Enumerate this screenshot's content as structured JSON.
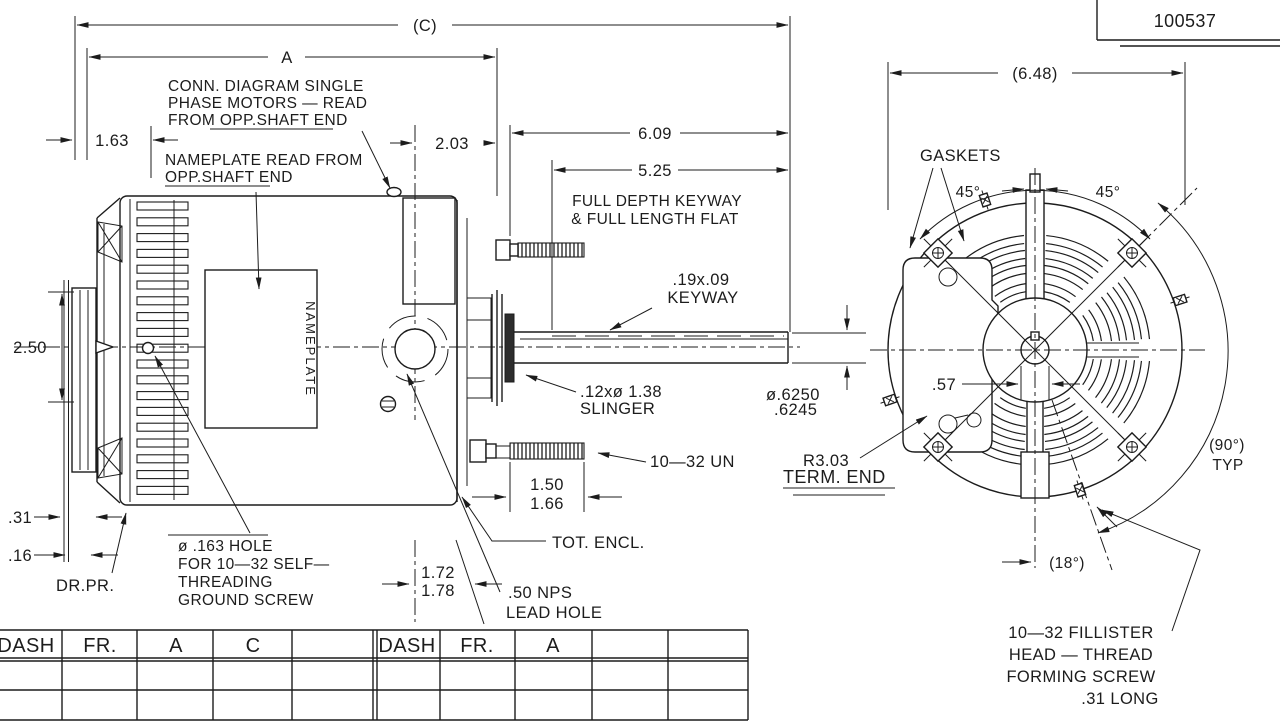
{
  "title_block": {
    "drawing_number": "100537"
  },
  "side_view": {
    "dim_c": "(C)",
    "dim_a": "A",
    "dim_1_63": "1.63",
    "dim_2_03": "2.03",
    "dim_6_09": "6.09",
    "dim_5_25": "5.25",
    "keyway_note_1": "FULL DEPTH KEYWAY",
    "keyway_note_2": "& FULL LENGTH FLAT",
    "keyway_dim": ".19x.09",
    "keyway_dim_label": "KEYWAY",
    "conn_note_1": "CONN. DIAGRAM SINGLE",
    "conn_note_2": "PHASE MOTORS — READ",
    "conn_note_3": "FROM OPP.SHAFT END",
    "nameplate_note_1": "NAMEPLATE READ FROM",
    "nameplate_note_2": "OPP.SHAFT END",
    "nameplate_text": "NAMEPLATE",
    "dim_2_50": "2.50",
    "dim_31": ".31",
    "dim_16": ".16",
    "drip_proof": "DR.PR.",
    "ground_note_1": "ø .163 HOLE",
    "ground_note_2": "FOR 10—32 SELF—",
    "ground_note_3": "THREADING",
    "ground_note_4": "GROUND SCREW",
    "slinger_dim": ".12xø 1.38",
    "slinger_label": "SLINGER",
    "stud_label": "10—32 UN",
    "dim_1_50": "1.50",
    "dim_1_66": "1.66",
    "enclosure_label": "TOT. ENCL.",
    "dim_1_72": "1.72",
    "dim_1_78": "1.78",
    "lead_hole_1": ".50 NPS",
    "lead_hole_2": "LEAD HOLE"
  },
  "end_view": {
    "dim_6_48": "(6.48)",
    "gaskets": "GASKETS",
    "angle_45_left": "45°",
    "angle_45_right": "45°",
    "dim_57": ".57",
    "shaft_dia_1": "ø.6250",
    "shaft_dia_2": ".6245",
    "radius": "R3.03",
    "term_end": "TERM. END",
    "angle_90": "(90°)",
    "typ": "TYP",
    "angle_18": "(18°)",
    "screw_note_1": "10—32 FILLISTER",
    "screw_note_2": "HEAD — THREAD",
    "screw_note_3": "FORMING SCREW",
    "screw_note_4": ".31 LONG"
  },
  "table": {
    "left_headers": [
      "DASH",
      "FR.",
      "A",
      "C"
    ],
    "right_headers": [
      "DASH",
      "FR.",
      "A"
    ]
  }
}
